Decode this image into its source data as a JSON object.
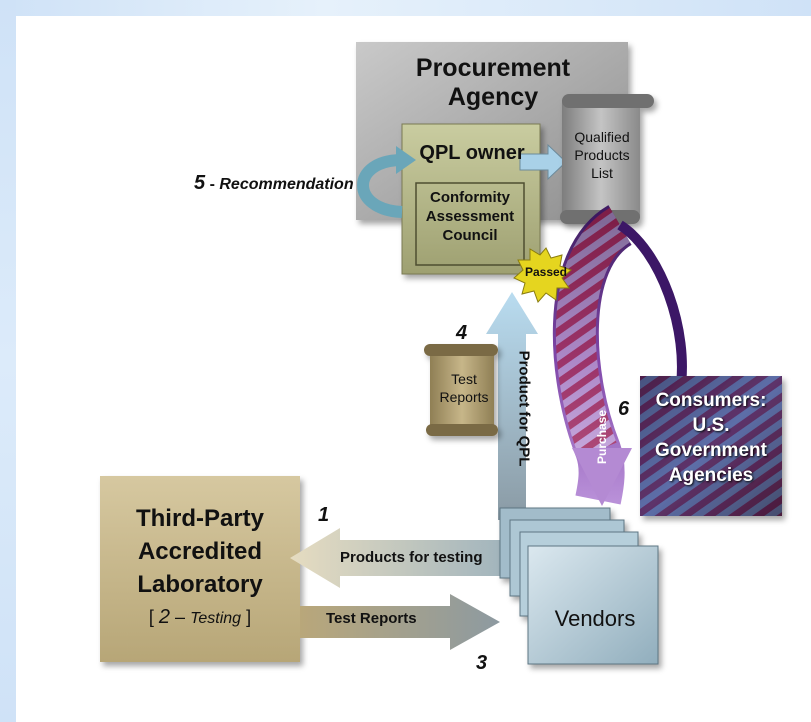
{
  "diagram": {
    "procurement_agency": "Procurement Agency",
    "qpl_owner": "QPL owner",
    "conformity_council": [
      "Conformity",
      "Assessment",
      "Council"
    ],
    "qualified_products_list": [
      "Qualified",
      "Products",
      "List"
    ],
    "recommendation": "Recommendation",
    "step5_num": "5",
    "passed": "Passed",
    "step4_num": "4",
    "test_reports_scroll": [
      "Test",
      "Reports"
    ],
    "product_for_qpl": "Product for QPL",
    "purchase": "Purchase",
    "step6_num": "6",
    "consumers": [
      "Consumers:",
      "U.S.",
      "Government",
      "Agencies"
    ],
    "lab": [
      "Third-Party",
      "Accredited",
      "Laboratory"
    ],
    "lab_testing_num": "2",
    "lab_testing": "Testing",
    "step1_num": "1",
    "products_for_testing": "Products for testing",
    "test_reports_arrow": "Test Reports",
    "step3_num": "3",
    "vendors": "Vendors"
  },
  "colors": {
    "agency_gray": "#a9a9a9",
    "council_olive": "#bcbf90",
    "lab_tan": "#c9b98a",
    "vendor_blue": "#b3cbd7",
    "arrow_blue": "#9cc7e0",
    "purchase_purple": "#4b1f7a"
  }
}
